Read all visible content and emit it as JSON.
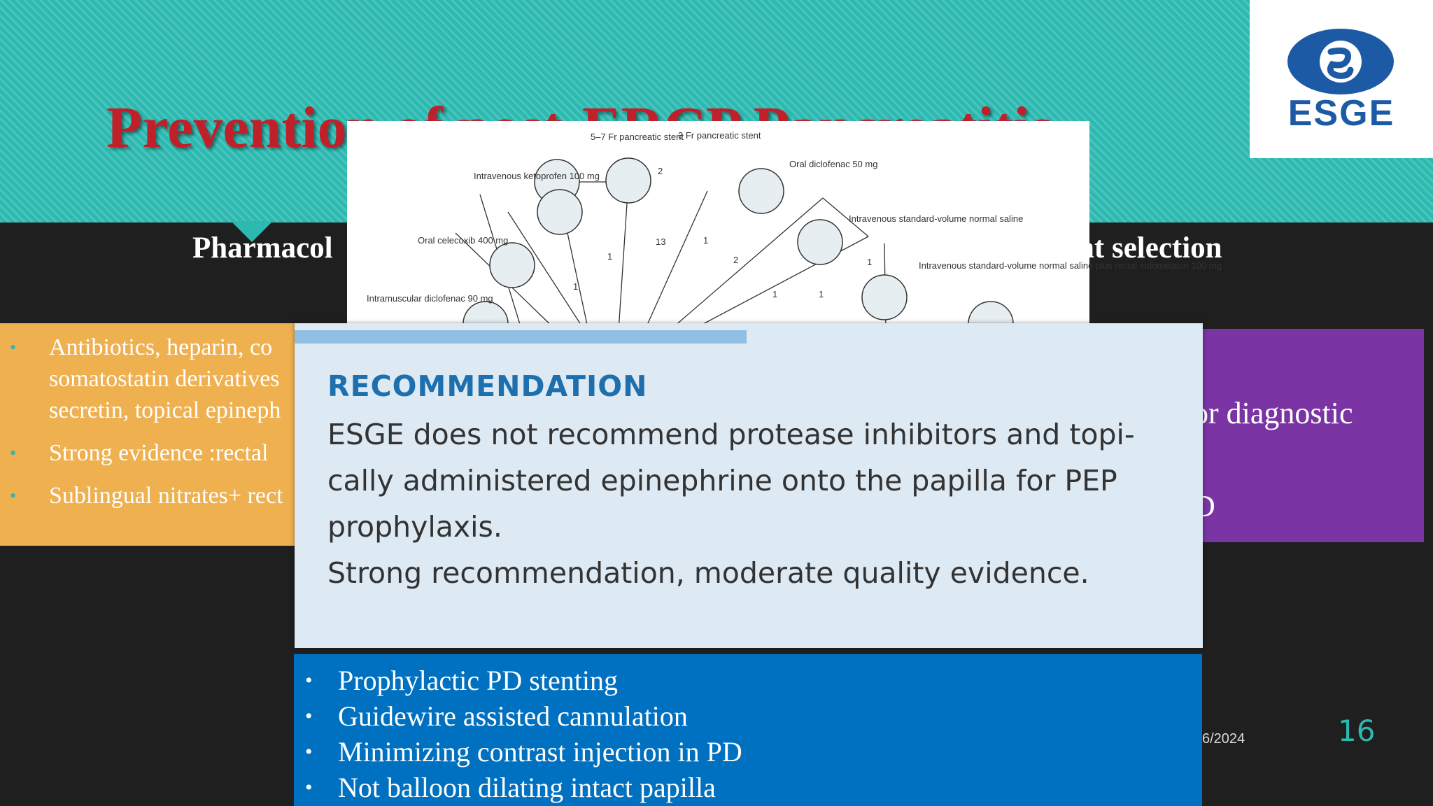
{
  "slide": {
    "title": "Prevention of post-ERCP Pancreatitis",
    "subtitle_left": "Pharmacol",
    "subtitle_right": "nt selection",
    "date": "6/2024",
    "page_number": "16"
  },
  "logo": {
    "text": "ESGE",
    "color": "#1d5aa6"
  },
  "orange_panel": {
    "items": [
      "Antibiotics, heparin, co",
      "somatostatin derivatives",
      "secretin, topical epineph",
      "Strong evidence :rectal",
      "Sublingual nitrates+ rect"
    ]
  },
  "purple_panel": {
    "line1": "or diagnostic",
    "line2": "D"
  },
  "network_figure": {
    "nodes": [
      "5–7 Fr pancreatic stent",
      "3 Fr pancreatic stent",
      "Intravenous ketoprofen 100 mg",
      "Oral diclofenac 50 mg",
      "Intravenous standard-volume normal saline",
      "Oral celecoxib 400 mg",
      "Intravenous standard-volume normal saline plus rectal indometacin 100 mg",
      "Intramuscular diclofenac 90 mg"
    ],
    "edge_counts": [
      "2",
      "13",
      "1",
      "1",
      "2",
      "1",
      "1",
      "1",
      "1"
    ]
  },
  "recommendation": {
    "heading": "RECOMMENDATION",
    "line1": "ESGE does not recommend protease inhibitors and topi-",
    "line2": "cally administered epinephrine onto the papilla for PEP",
    "line3": "prophylaxis.",
    "line4": "Strong recommendation, moderate quality evidence."
  },
  "blue_panel": {
    "items": [
      "Prophylactic PD stenting",
      "Guidewire assisted cannulation",
      "Minimizing contrast injection in PD",
      "Not balloon dilating intact papilla"
    ]
  },
  "colors": {
    "teal": "#2bb9b0",
    "title_red": "#c0202a",
    "orange": "#efb04f",
    "purple": "#7b34a3",
    "blue": "#0070c0",
    "rec_heading": "#1e6fad"
  }
}
